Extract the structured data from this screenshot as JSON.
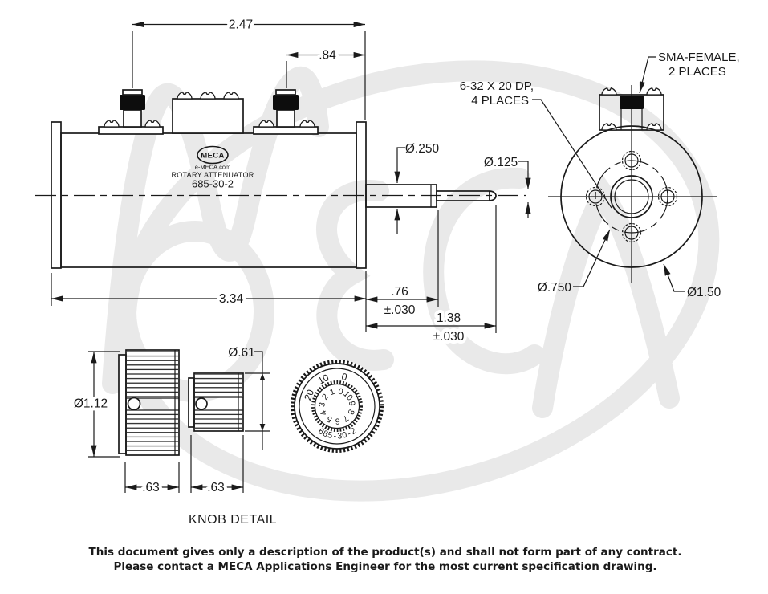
{
  "drawing": {
    "brand": "MECA",
    "website": "e-MECA.com",
    "product": "ROTARY ATTENUATOR",
    "model": "685-30-2"
  },
  "side_view": {
    "dim_top_width": "2.47",
    "dim_connector_offset": ".84",
    "dim_body_length": "3.34",
    "dim_bushing_dia": "Ø.250",
    "dim_shaft_dia": "Ø.125",
    "dim_bushing_len": ".76",
    "dim_bushing_len_tol": "±.030",
    "dim_shaft_len": "1.38",
    "dim_shaft_len_tol": "±.030"
  },
  "end_view": {
    "callout_tap_line1": "6-32 X 20 DP,",
    "callout_tap_line2": "4 PLACES",
    "callout_sma_line1": "SMA-FEMALE,",
    "callout_sma_line2": "2 PLACES",
    "dim_bolt_circle": "Ø.750",
    "dim_body_dia": "Ø1.50"
  },
  "knob_detail": {
    "title": "KNOB DETAIL",
    "dim_large_dia": "Ø1.12",
    "dim_small_dia": "Ø.61",
    "dim_large_width": ".63",
    "dim_small_width": ".63",
    "dial": {
      "outer_scale": [
        "0",
        "10",
        "20"
      ],
      "inner_scale": [
        "0",
        "1",
        "2",
        "3",
        "4",
        "5",
        "6",
        "7",
        "8",
        "9",
        "10"
      ],
      "model_label": "685-30-2"
    }
  },
  "footer": {
    "line1": "This document gives only a description of the product(s) and shall not form part of any contract.",
    "line2": "Please contact a MECA Applications Engineer for the most current specification drawing."
  },
  "watermark": "MECA",
  "colors": {
    "line": "#1a1a1a",
    "connector_fill": "#0d0d0d",
    "watermark": "#e9e9e9"
  }
}
